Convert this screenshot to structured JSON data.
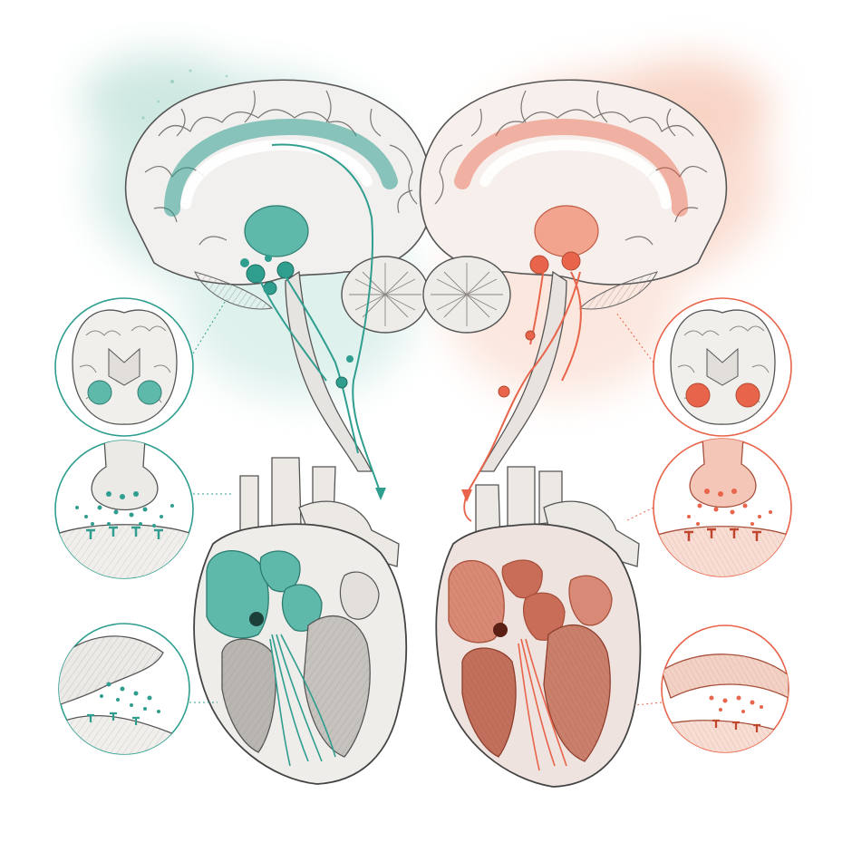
{
  "caption": "",
  "colors": {
    "teal": "#2f9e8f",
    "teal_light": "#bfe3dc",
    "teal_wash": "#d8eeea",
    "coral": "#e8644a",
    "coral_light": "#f7c7b8",
    "coral_wash": "#fbe1d6",
    "ink": "#3a3a3a",
    "tissue": "#eceae7",
    "tissue_dark": "#a9a5a0"
  },
  "panels": {
    "left_theme": "teal",
    "right_theme": "coral",
    "insets_per_side": 3
  },
  "icons": [
    "brain-sagittal-icon",
    "heart-section-icon",
    "coronal-brain-icon",
    "synapse-icon",
    "vessel-wall-icon"
  ]
}
